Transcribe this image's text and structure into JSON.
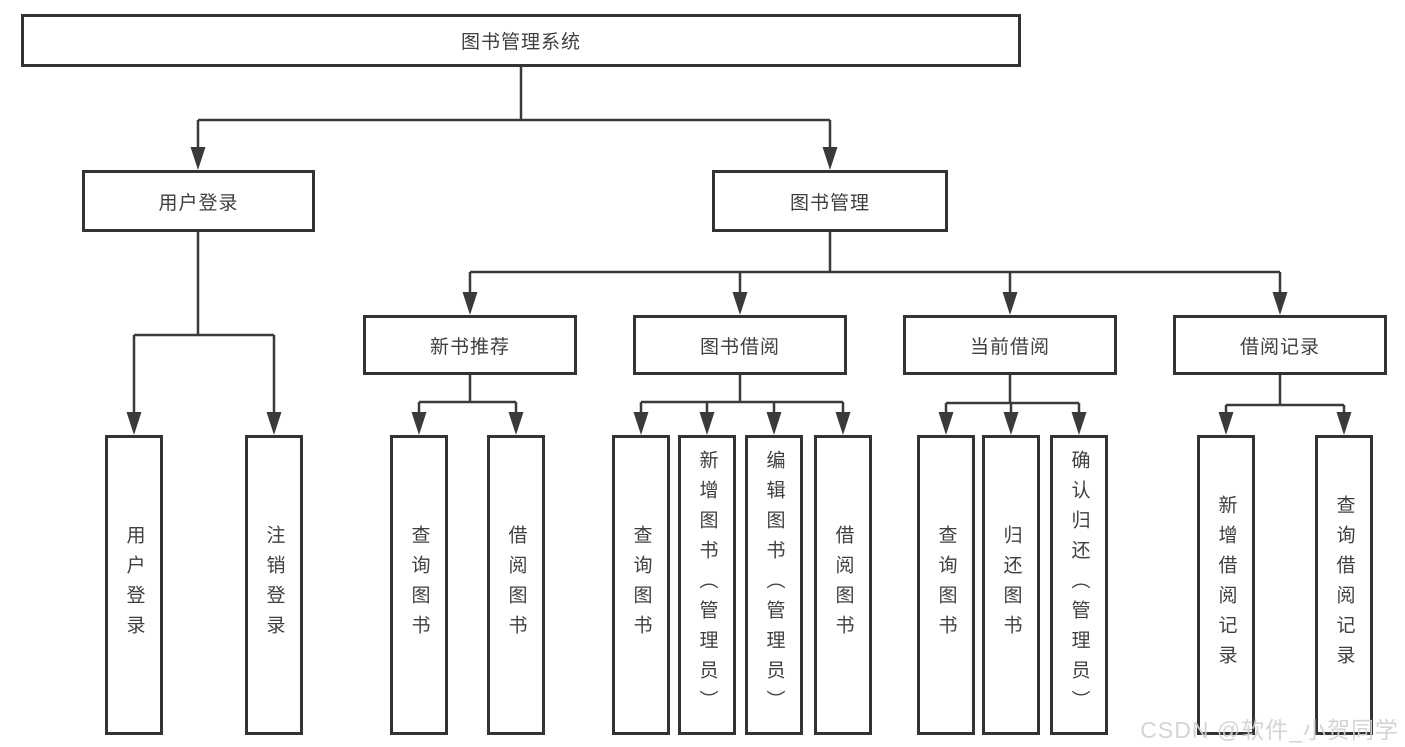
{
  "tree": {
    "root": {
      "label": "图书管理系统"
    },
    "level2": [
      {
        "label": "用户登录"
      },
      {
        "label": "图书管理"
      }
    ],
    "level3": [
      {
        "label": "新书推荐"
      },
      {
        "label": "图书借阅"
      },
      {
        "label": "当前借阅"
      },
      {
        "label": "借阅记录"
      }
    ],
    "leaves": {
      "user_login": [
        "用户登录",
        "注销登录"
      ],
      "new_book_recommend": [
        "查询图书",
        "借阅图书"
      ],
      "book_borrow": [
        "查询图书",
        "新增图书（管理员）",
        "编辑图书（管理员）",
        "借阅图书"
      ],
      "current_borrow": [
        "查询图书",
        "归还图书",
        "确认归还（管理员）"
      ],
      "borrow_records": [
        "新增借阅记录",
        "查询借阅记录"
      ]
    }
  },
  "watermark": {
    "text": "CSDN @软件_小贺同学"
  },
  "colors": {
    "line": "#3a3a3a",
    "box_border": "#333333",
    "text": "#3f3f3f",
    "background": "#ffffff",
    "watermark": "#d0d0d0"
  }
}
